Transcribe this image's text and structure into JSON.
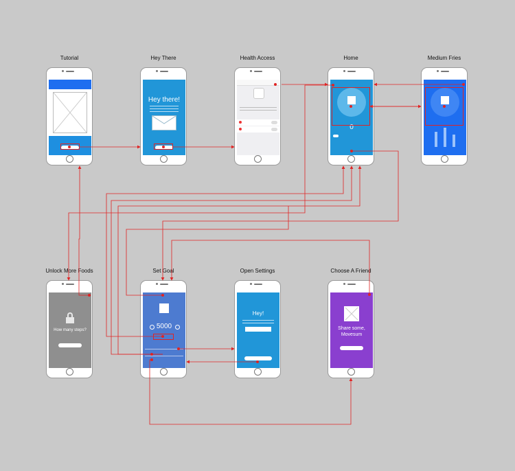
{
  "screens": {
    "tutorial": {
      "label": "Tutorial"
    },
    "hey_there": {
      "label": "Hey There",
      "headline": "Hey there!"
    },
    "health_access": {
      "label": "Health Access"
    },
    "home": {
      "label": "Home",
      "count": "0"
    },
    "medium_fries": {
      "label": "Medium Fries"
    },
    "unlock_more_foods": {
      "label": "Unlock More Foods",
      "question": "How many steps?"
    },
    "set_goal": {
      "label": "Set Goal",
      "goal_value": "5000"
    },
    "open_settings": {
      "label": "Open Settings",
      "headline": "Hey!"
    },
    "choose_a_friend": {
      "label": "Choose A Friend",
      "headline": "Share some, Movesum"
    }
  },
  "colors": {
    "background": "#c9c9c9",
    "link": "#e02424",
    "blue_header": "#1e6ef0",
    "cyan": "#2196d8",
    "set_goal_blue": "#4d7bd0",
    "purple": "#8a3fcf",
    "gray_overlay": "#8f8f8f"
  }
}
